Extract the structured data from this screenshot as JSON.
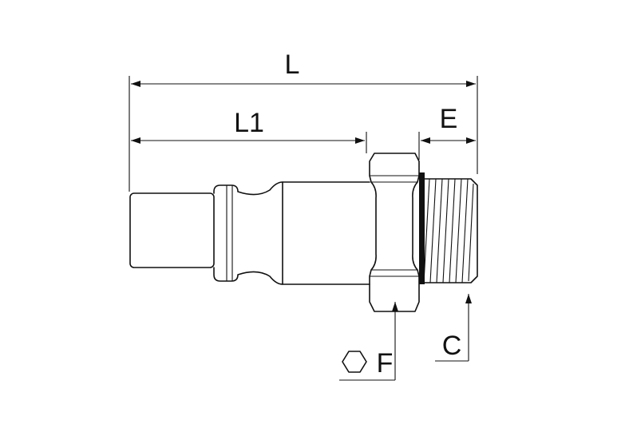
{
  "dimensions": {
    "overall_length": "L",
    "plug_length": "L1",
    "thread_length": "E",
    "hex_size": "F",
    "thread": "C"
  },
  "icons": {
    "hex_symbol": "hexagon-icon"
  }
}
